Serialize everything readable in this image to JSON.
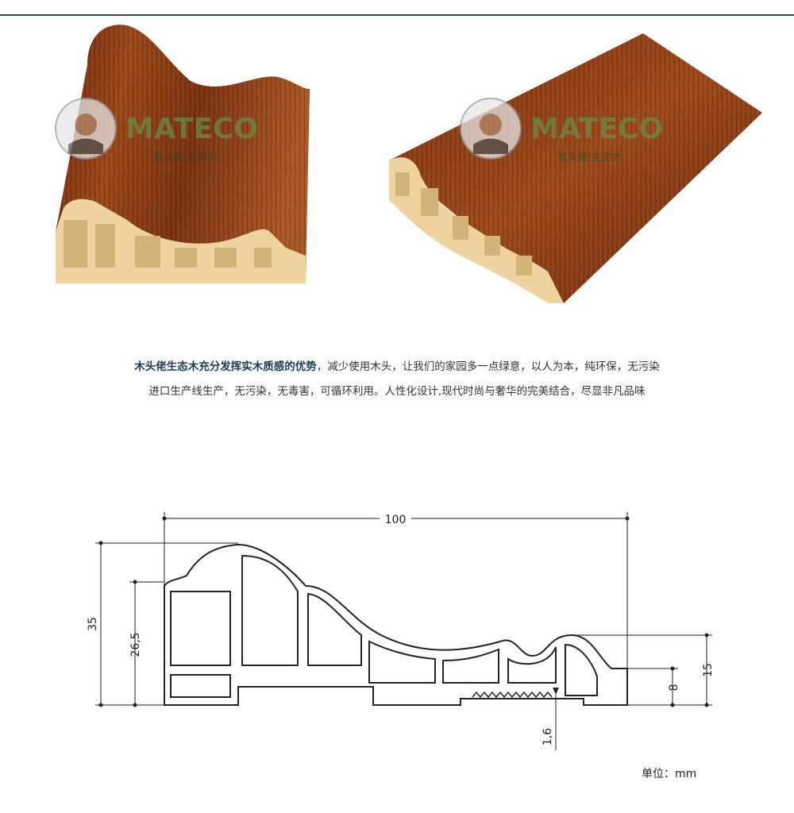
{
  "brand": {
    "wordmark": "MATECO",
    "tagline": "木头佬·生态木"
  },
  "description": {
    "line1_highlight": "木头佬生态木充分发挥实木质感的优势",
    "line1_rest": "，减少使用木头，让我们的家园多一点绿意，以人为本，纯环保，无污染",
    "line2": "进口生产线生产，无污染，无毒害，可循环利用。人性化设计,现代时尚与奢华的完美结合，尽显非凡品味"
  },
  "dimensions": {
    "width": "100",
    "height_total": "35",
    "height_inner": "26,5",
    "right_height": "15",
    "right_step": "8",
    "thickness": "1,6"
  },
  "unit": "单位：mm",
  "colors": {
    "wood_dark": "#5a1f0c",
    "wood_mid": "#8a3a16",
    "wood_light": "#b5622c",
    "core": "#f0d9a8",
    "accent": "#1d3b56",
    "rule": "#2c4a52"
  }
}
